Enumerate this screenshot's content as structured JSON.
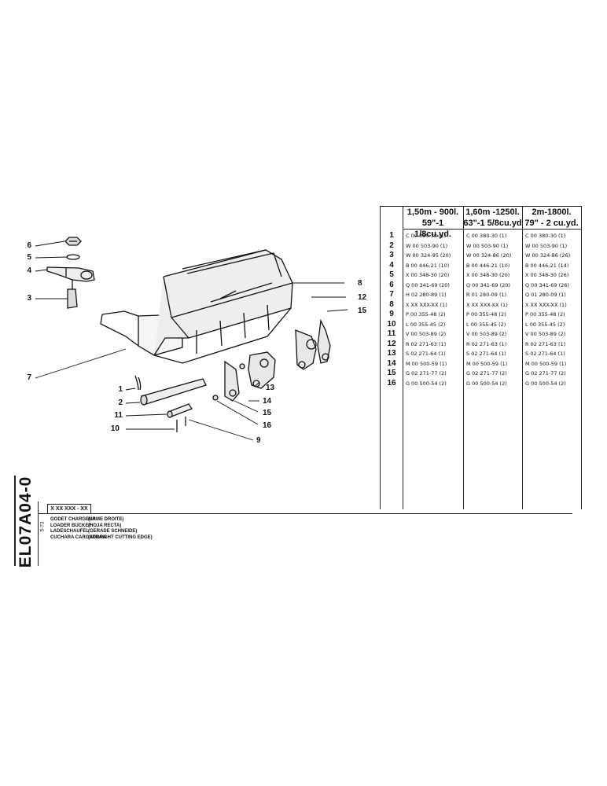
{
  "table": {
    "columns": [
      {
        "line1": "1,50m - 900l.",
        "line2": "59\"-1 1/8cu.yd."
      },
      {
        "line1": "1,60m -1250l.",
        "line2": "63\"-1 5/8cu.yd"
      },
      {
        "line1": "2m-1800l.",
        "line2": "79\" - 2 cu.yd."
      }
    ],
    "rows": [
      {
        "n": "1",
        "c": [
          "C 00 380-30 (1)",
          "C 00 380-30 (1)",
          "C 00 380-30 (1)"
        ]
      },
      {
        "n": "2",
        "c": [
          "W 00 503-90 (1)",
          "W 00 503-90 (1)",
          "W 00 503-90 (1)"
        ]
      },
      {
        "n": "3",
        "c": [
          "W 00 324-95 (20)",
          "W 00 324-86 (20)",
          "W 00 324-86 (26)"
        ]
      },
      {
        "n": "4",
        "c": [
          "B 00 446-21 (10)",
          "B 00 446-21 (10)",
          "B 00 446-21 (14)"
        ]
      },
      {
        "n": "5",
        "c": [
          "X 00 348-30 (20)",
          "X 00 348-30 (20)",
          "X 00 348-30 (26)"
        ]
      },
      {
        "n": "6",
        "c": [
          "Q 00 341-69 (20)",
          "Q 00 341-69 (20)",
          "Q 00 341-69 (26)"
        ]
      },
      {
        "n": "7",
        "c": [
          "H 02 280-89 (1)",
          "R 01 280-09 (1)",
          "Q 01 280-09 (1)"
        ]
      },
      {
        "n": "8",
        "c": [
          "X XX XXX-XX (1)",
          "X XX XXX-XX (1)",
          "X XX XXX-XX (1)"
        ]
      },
      {
        "n": "9",
        "c": [
          "P 00 355-48 (2)",
          "P 00 355-48 (2)",
          "P 00 355-48 (2)"
        ]
      },
      {
        "n": "10",
        "c": [
          "L 00 355-45 (2)",
          "L 00 355-45 (2)",
          "L 00 355-45 (2)"
        ]
      },
      {
        "n": "11",
        "c": [
          "V 00 503-89 (2)",
          "V 00 503-89 (2)",
          "V 00 503-89 (2)"
        ]
      },
      {
        "n": "12",
        "c": [
          "R 02 271-63 (1)",
          "R 02 271-63 (1)",
          "R 02 271-63 (1)"
        ]
      },
      {
        "n": "13",
        "c": [
          "S 02 271-64 (1)",
          "S 02 271-64 (1)",
          "S 02 271-64 (1)"
        ]
      },
      {
        "n": "14",
        "c": [
          "M 00 500-59 (1)",
          "M 00 500-59 (1)",
          "M 00 500-59 (1)"
        ]
      },
      {
        "n": "15",
        "c": [
          "G 02 271-77 (2)",
          "G 02 271-77 (2)",
          "G 02 271-77 (2)"
        ]
      },
      {
        "n": "16",
        "c": [
          "G 00 500-54 (2)",
          "G 00 500-54 (2)",
          "G 00 500-54 (2)"
        ]
      }
    ]
  },
  "callouts": {
    "c1": "1",
    "c2": "2",
    "c3": "3",
    "c4": "4",
    "c5": "5",
    "c6": "6",
    "c7": "7",
    "c8": "8",
    "c9": "9",
    "c10": "10",
    "c11": "11",
    "c12": "12",
    "c13": "13",
    "c14": "14",
    "c15": "15",
    "c16": "16"
  },
  "title_block": {
    "doc_code": "EL07A04-0",
    "sub_code": "5-73",
    "ref_code": "X XX XXX - XX",
    "descriptions": [
      {
        "name": "GODET CHARGEUR",
        "detail": "(LAME DROITE)"
      },
      {
        "name": "LOADER BUCKET",
        "detail": "(HOJA RECTA)"
      },
      {
        "name": "LADESCHAUFEL",
        "detail": "(GERADE SCHNEIDE)"
      },
      {
        "name": "CUCHARA CARGADORA",
        "detail": "(STRAIGHT CUTTING EDGE)"
      }
    ]
  }
}
